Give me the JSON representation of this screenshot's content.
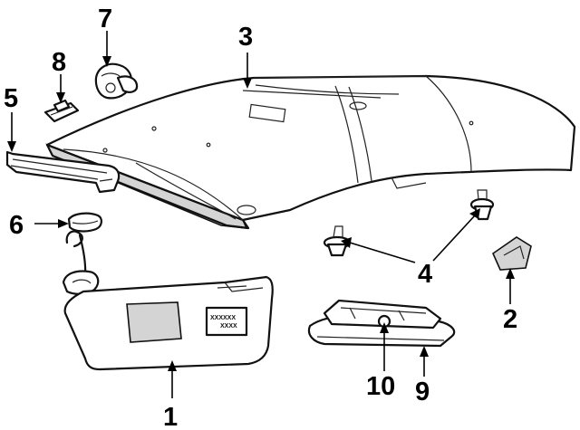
{
  "callouts": [
    {
      "id": "1",
      "text": "1"
    },
    {
      "id": "2",
      "text": "2"
    },
    {
      "id": "3",
      "text": "3"
    },
    {
      "id": "4",
      "text": "4"
    },
    {
      "id": "5",
      "text": "5"
    },
    {
      "id": "6",
      "text": "6"
    },
    {
      "id": "7",
      "text": "7"
    },
    {
      "id": "8",
      "text": "8"
    },
    {
      "id": "9",
      "text": "9"
    },
    {
      "id": "10",
      "text": "10"
    }
  ],
  "visor_label": {
    "line1": "XXXXXX",
    "line2": "XXXX"
  }
}
